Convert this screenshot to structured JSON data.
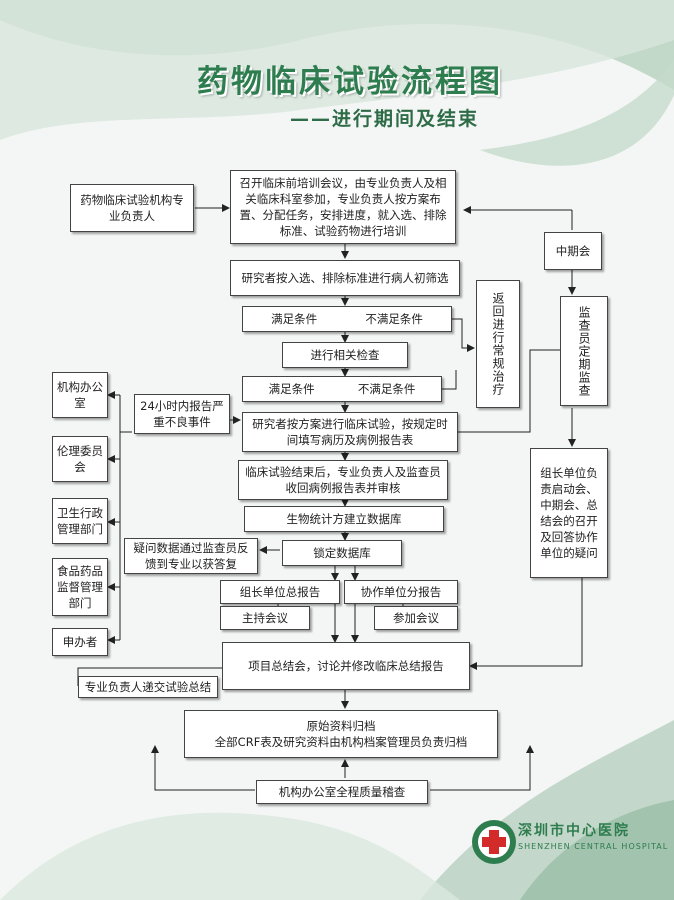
{
  "title": "药物临床试验流程图",
  "subtitle": "——进行期间及结束",
  "boxes": {
    "institution_head": "药物临床试验机构专业负责人",
    "training_meeting": "召开临床前培训会议，由专业负责人及相关临床科室参加，专业负责人按方案布置、分配任务，安排进度，就入选、排除标准、试验药物进行培训",
    "screening": "研究者按入选、排除标准进行病人初筛选",
    "condition_1": "满足条件",
    "condition_1_not": "不满足条件",
    "related_exams": "进行相关检查",
    "condition_2": "满足条件",
    "condition_2_not": "不满足条件",
    "return_routine": "返回进行常规治疗",
    "midterm_meeting": "中期会",
    "monitor_check": "监查员定期监查",
    "adverse_event": "24小时内报告严重不良事件",
    "conduct_trial": "研究者按方案进行临床试验，按规定时间填写病历及病例报告表",
    "trial_end": "临床试验结束后，专业负责人及监查员收回病例报告表并审核",
    "leader_unit": "组长单位负责启动会、中期会、总结会的召开及回答协作单位的疑问",
    "biostat": "生物统计方建立数据库",
    "query_data": "疑问数据通过监查员反馈到专业以获答复",
    "lock_db": "锁定数据库",
    "leader_report": "组长单位总报告",
    "coop_report": "协作单位分报告",
    "host_meeting": "主持会议",
    "attend_meeting": "参加会议",
    "summary_meeting": "项目总结会，讨论并修改临床总结报告",
    "submit_summary": "专业负责人递交试验总结",
    "archive": "原始资料归档\n全部CRF表及研究资料由机构档案管理员负责归档",
    "quality_check": "机构办公室全程质量稽查",
    "office": "机构办公室",
    "ethics": "伦理委员会",
    "health_admin": "卫生行政管理部门",
    "fda": "食品药品监督管理部门",
    "sponsor": "申办者"
  },
  "logo": {
    "name": "深圳市中心医院",
    "name_en": "SHENZHEN CENTRAL HOSPITAL"
  },
  "colors": {
    "title": "#2e7d4f",
    "background_green": "#a9c9b4",
    "logo_red": "#d32a2a"
  }
}
